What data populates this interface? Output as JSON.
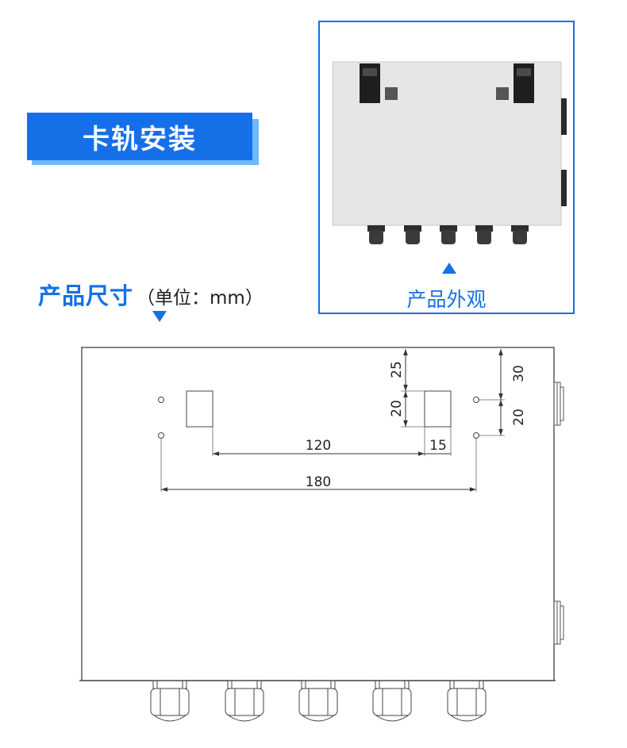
{
  "badge": {
    "title": "卡轨安装"
  },
  "dimensions": {
    "title": "产品尺寸",
    "unit_note": "（单位：mm）"
  },
  "photo": {
    "label": "产品外观"
  },
  "drawing": {
    "dim_120": "120",
    "dim_15": "15",
    "dim_180": "180",
    "dim_25": "25",
    "dim_20_left": "20",
    "dim_30": "30",
    "dim_20_right": "20"
  },
  "colors": {
    "accent": "#1570e8",
    "accent_light": "#6fb8ff",
    "panel": "#e5e6e8"
  }
}
